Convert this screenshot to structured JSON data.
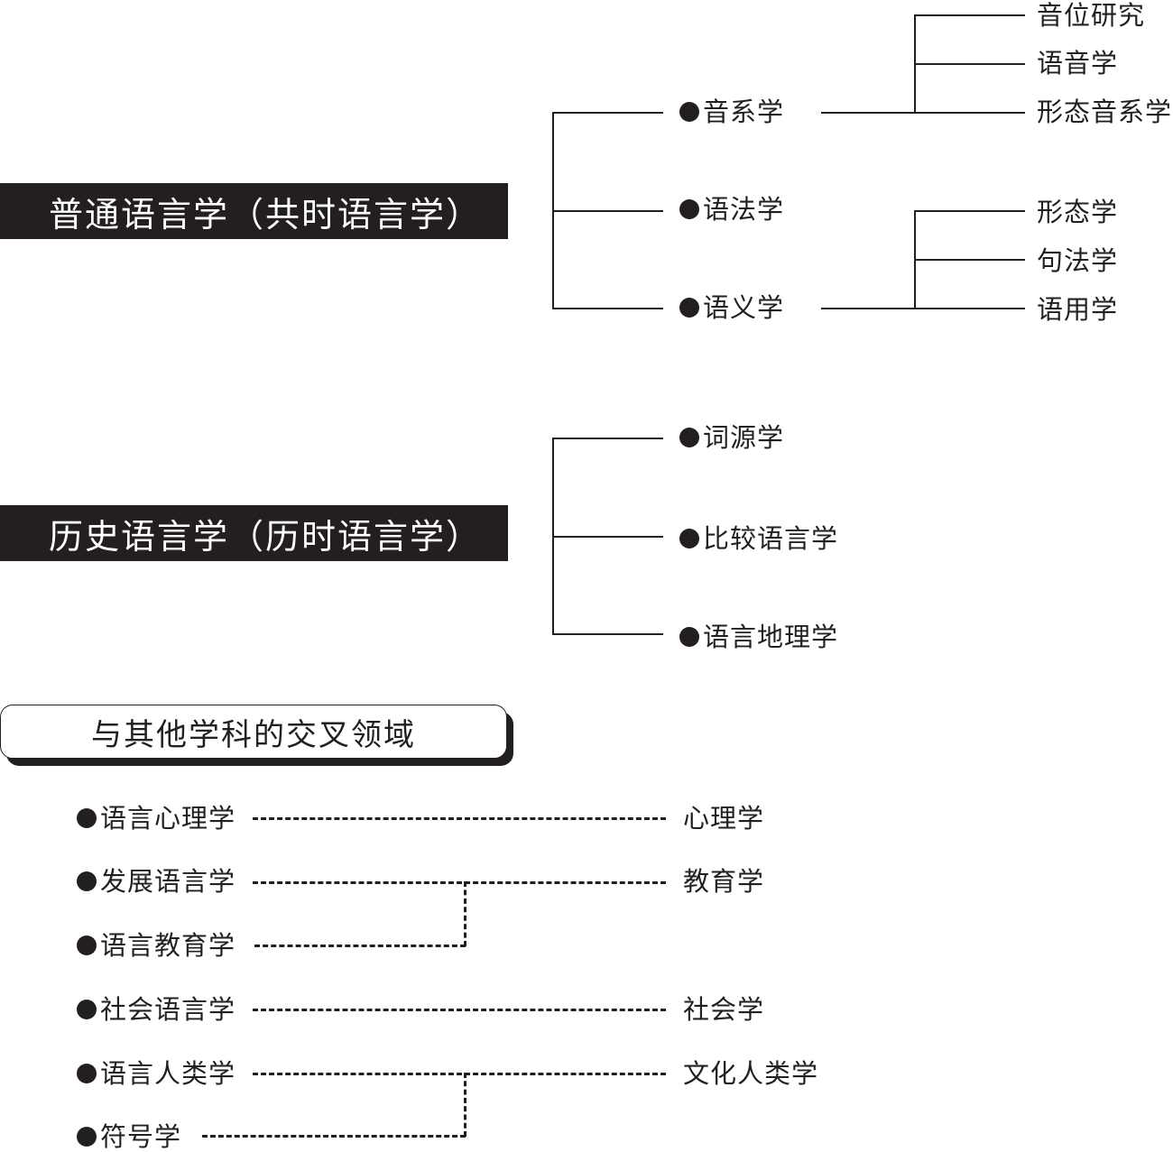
{
  "synchronic": {
    "title": "普通语言学（共时语言学）",
    "branches": [
      {
        "label": "音系学",
        "children": [
          "音位研究",
          "语音学",
          "形态音系学"
        ]
      },
      {
        "label": "语法学",
        "children": []
      },
      {
        "label": "语义学",
        "children": [
          "形态学",
          "句法学",
          "语用学"
        ]
      }
    ]
  },
  "diachronic": {
    "title": "历史语言学（历时语言学）",
    "branches": [
      "词源学",
      "比较语言学",
      "语言地理学"
    ]
  },
  "interdisciplinary": {
    "title": "与其他学科的交叉领域",
    "fields": [
      "语言心理学",
      "发展语言学",
      "语言教育学",
      "社会语言学",
      "语言人类学",
      "符号学"
    ],
    "disciplines": [
      "心理学",
      "教育学",
      "社会学",
      "文化人类学"
    ]
  },
  "colors": {
    "ink": "#231f20",
    "background": "#ffffff"
  }
}
